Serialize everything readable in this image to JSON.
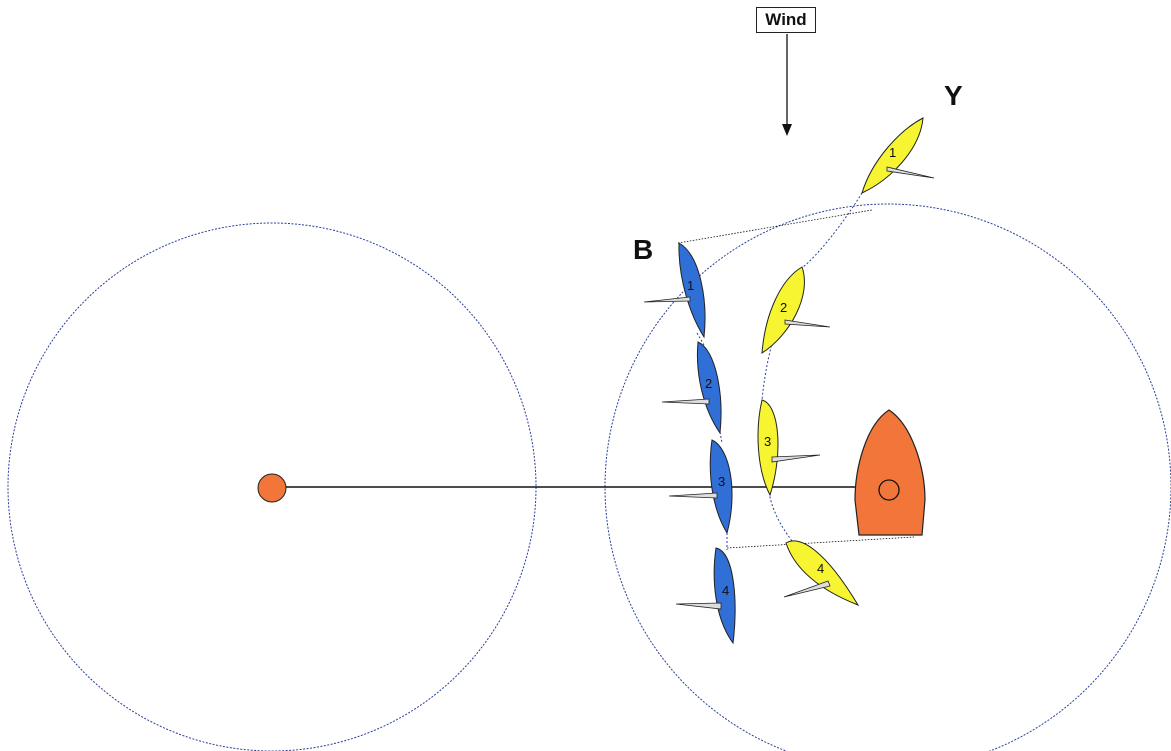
{
  "wind": {
    "label": "Wind"
  },
  "fleets": [
    {
      "name": "B",
      "color": "#2f6fd6",
      "positions": [
        "1",
        "2",
        "3",
        "4"
      ]
    },
    {
      "name": "Y",
      "color": "#f7f432",
      "positions": [
        "1",
        "2",
        "3",
        "4"
      ]
    }
  ],
  "mark_color": "#f2763a",
  "zone_line_color": "#2a3f9a"
}
